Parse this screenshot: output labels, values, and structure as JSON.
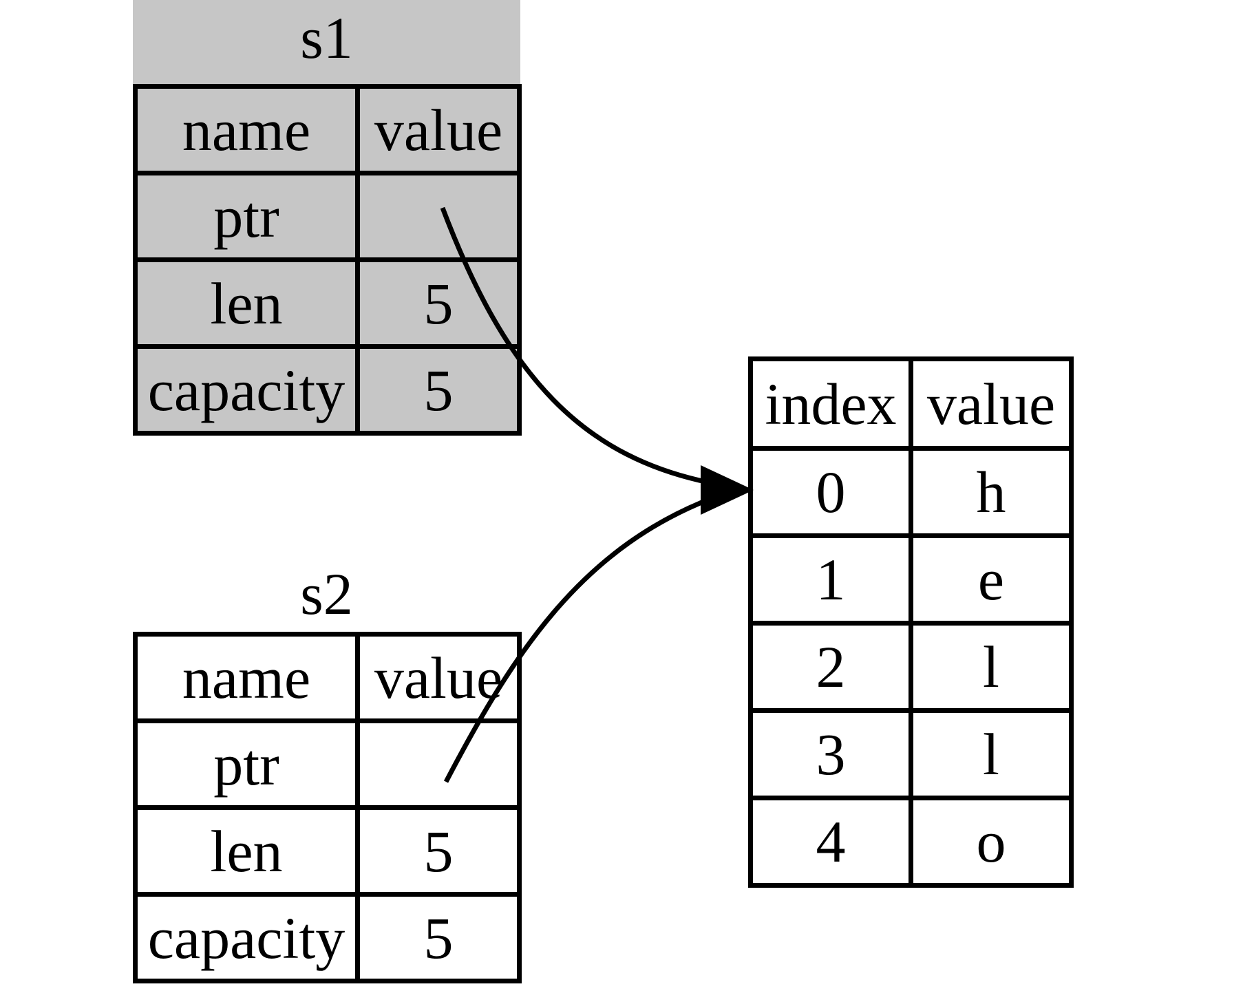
{
  "s1": {
    "title": "s1",
    "columns": [
      "name",
      "value"
    ],
    "rows": [
      {
        "name": "ptr",
        "value": ""
      },
      {
        "name": "len",
        "value": "5"
      },
      {
        "name": "capacity",
        "value": "5"
      }
    ]
  },
  "s2": {
    "title": "s2",
    "columns": [
      "name",
      "value"
    ],
    "rows": [
      {
        "name": "ptr",
        "value": ""
      },
      {
        "name": "len",
        "value": "5"
      },
      {
        "name": "capacity",
        "value": "5"
      }
    ]
  },
  "heap": {
    "columns": [
      "index",
      "value"
    ],
    "rows": [
      {
        "index": "0",
        "value": "h"
      },
      {
        "index": "1",
        "value": "e"
      },
      {
        "index": "2",
        "value": "l"
      },
      {
        "index": "3",
        "value": "l"
      },
      {
        "index": "4",
        "value": "o"
      }
    ]
  },
  "arrows": [
    {
      "from": "s1.ptr",
      "to": "heap.index.0"
    },
    {
      "from": "s2.ptr",
      "to": "heap.index.0"
    }
  ],
  "colors": {
    "invalidated_fill": "#c6c6c6",
    "border": "#000000",
    "background": "#ffffff"
  }
}
